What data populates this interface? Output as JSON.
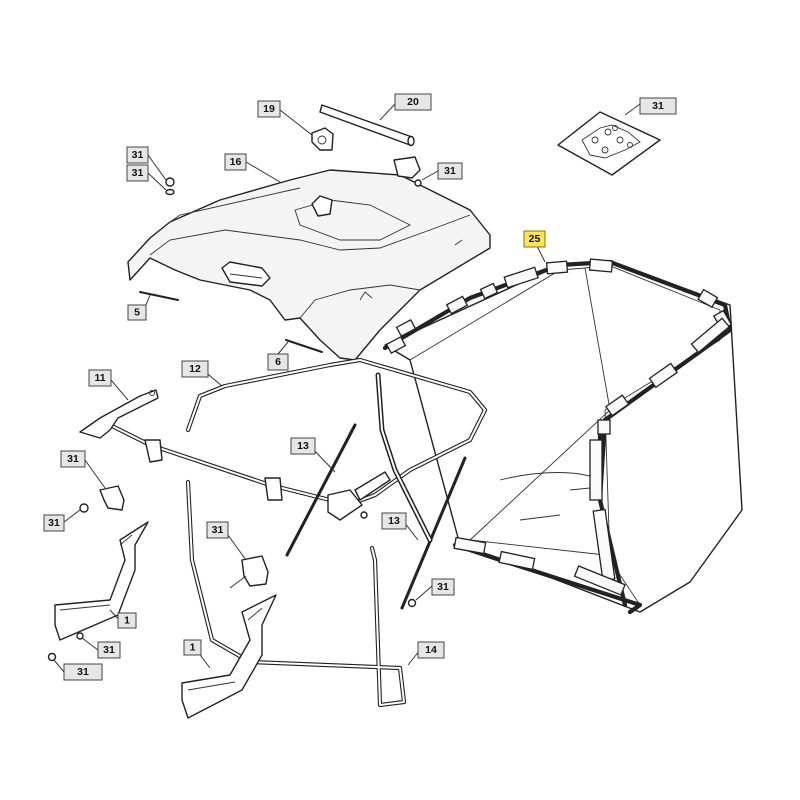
{
  "callouts": {
    "c19": "19",
    "c20": "20",
    "c31_kit": "31",
    "c31_top_a": "31",
    "c31_top_b": "31",
    "c16": "16",
    "c31_cover": "31",
    "c25": "25",
    "c5": "5",
    "c6": "6",
    "c11": "11",
    "c12": "12",
    "c13_upper": "13",
    "c13_lower": "13",
    "c31_bracket_left": "31",
    "c31_bolt_left": "31",
    "c31_bracket_mid": "31",
    "c31_bolt_mid": "31",
    "c1_left": "1",
    "c31_screw_left": "31",
    "c31_nut_left": "31",
    "c1_bottom": "1",
    "c14": "14"
  },
  "highlight_color": "#ffe45c"
}
